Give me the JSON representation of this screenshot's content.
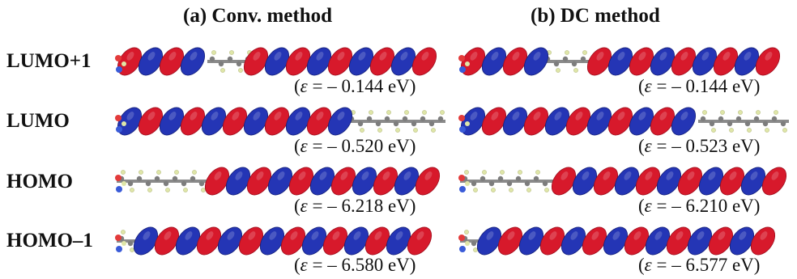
{
  "columns": [
    {
      "title": "(a) Conv. method"
    },
    {
      "title": "(b) DC method"
    }
  ],
  "rows": [
    {
      "label": "LUMO+1",
      "conv": {
        "energy_text": "= – 0.144 eV)"
      },
      "dc": {
        "energy_text": "= – 0.144 eV)"
      }
    },
    {
      "label": "LUMO",
      "conv": {
        "energy_text": "= – 0.520 eV)"
      },
      "dc": {
        "energy_text": "= – 0.523 eV)"
      }
    },
    {
      "label": "HOMO",
      "conv": {
        "energy_text": "= – 6.218 eV)"
      },
      "dc": {
        "energy_text": "= – 6.210 eV)"
      }
    },
    {
      "label": "HOMO–1",
      "conv": {
        "energy_text": "= – 6.580 eV)"
      },
      "dc": {
        "energy_text": "= – 6.577 eV)"
      }
    }
  ],
  "symbols": {
    "open": "(",
    "epsilon": "ε"
  },
  "colors": {
    "positive_lobe": "#d7192b",
    "negative_lobe": "#2435b5",
    "backbone": "#8a8a8a",
    "atom_h": "#dfe6a8",
    "atom_o": "#e33b3b",
    "atom_n": "#3a5bd8"
  }
}
